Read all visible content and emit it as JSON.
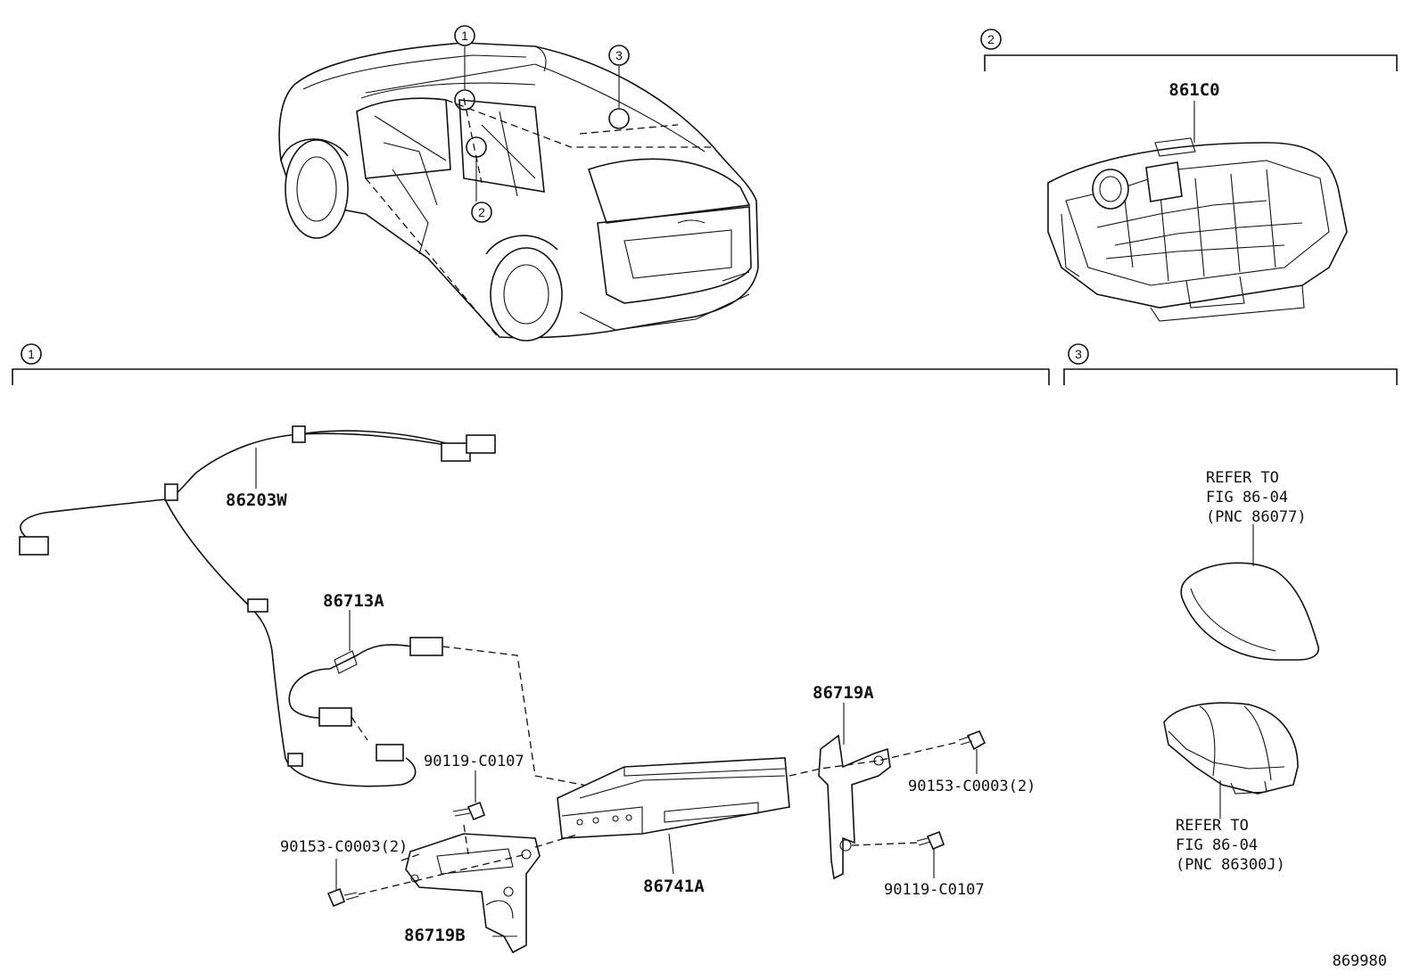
{
  "sections": {
    "s1": "1",
    "s2": "2",
    "s3": "3"
  },
  "overview": {
    "callout1": "1",
    "callout2": "2",
    "callout3": "3"
  },
  "parts": {
    "display_861c0": "861C0",
    "harness_86203w": "86203W",
    "cord_86713a": "86713A",
    "bracket_86719a": "86719A",
    "bracket_86719b": "86719B",
    "receiver_86741a": "86741A",
    "bolt_upper_left": "90119-C0107",
    "bolt_lower_left": "90153-C0003(2)",
    "bolt_upper_right": "90153-C0003(2)",
    "bolt_lower_right": "90119-C0107"
  },
  "refer_antenna": {
    "line1": "REFER TO",
    "line2": "FIG 86-04",
    "line3": "(PNC 86077)"
  },
  "refer_lower": {
    "line1": "REFER TO",
    "line2": "FIG 86-04",
    "line3": "(PNC 86300J)"
  },
  "figure_number": "869980"
}
